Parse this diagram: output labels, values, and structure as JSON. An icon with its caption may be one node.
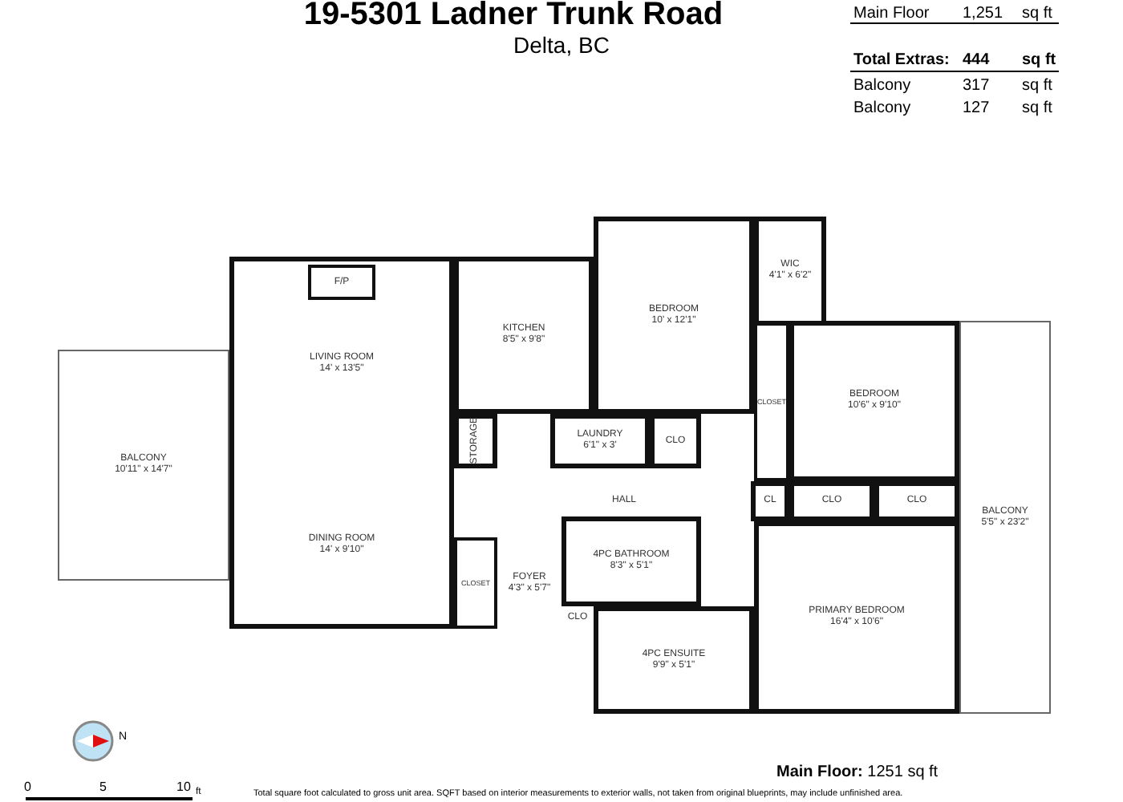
{
  "diagram": {
    "title": "19-5301 Ladner Trunk Road",
    "nodes": [
      {
        "text": [
          "BALCONY",
          "10'11\" x 14'7\""
        ]
      },
      {
        "text": [
          "LIVING ROOM",
          "14' x 13'5\""
        ]
      },
      {
        "text": [
          "F/P"
        ],
        "in": 1
      },
      {
        "text": [
          "KITCHEN",
          "8'5\" x 9'8\""
        ]
      },
      {
        "text": [
          "BEDROOM",
          "10' x 12'1\""
        ]
      },
      {
        "text": [
          "WIC",
          "4'1\" x 6'2\""
        ]
      },
      {
        "text": [
          "CLOSET"
        ]
      },
      {
        "text": [
          "BEDROOM",
          "10'6\" x 9'10\""
        ]
      },
      {
        "text": [
          "STORAGE"
        ]
      },
      {
        "text": [
          "LAUNDRY",
          "6'1\" x 3'"
        ]
      },
      {
        "text": [
          "CLO"
        ]
      },
      {
        "text": [
          "HALL"
        ]
      },
      {
        "text": [
          "CL"
        ]
      },
      {
        "text": [
          "CLO"
        ]
      },
      {
        "text": [
          "CLO"
        ]
      },
      {
        "text": [
          "BALCONY",
          "5'5\" x 23'2\""
        ]
      },
      {
        "text": [
          "DINING ROOM",
          "14' x 9'10\""
        ]
      },
      {
        "text": [
          "4PC BATHROOM",
          "8'3\" x 5'1\""
        ]
      },
      {
        "text": [
          "CLOSET"
        ]
      },
      {
        "text": [
          "FOYER",
          "4'3\" x 5'7\""
        ]
      },
      {
        "text": [
          "CLO"
        ]
      },
      {
        "text": [
          "4PC ENSUITE",
          "9'9\" x 5'1\""
        ]
      },
      {
        "text": [
          "PRIMARY BEDROOM",
          "16'4\" x 10'6\""
        ]
      }
    ],
    "labels": [
      "Delta, BC",
      "Main Floor",
      "1,251",
      "sq ft",
      "Total Extras:",
      "444",
      "sq ft",
      "Balcony",
      "317",
      "sq ft",
      "Balcony",
      "127",
      "sq ft",
      "**Main Floor:** 1251 sq ft",
      "N",
      "0",
      "5",
      "10",
      "ft",
      "Total square foot calculated to gross unit area. SQFT based on interior measurements to exterior walls, not taken from original blueprints, may include unfinished area."
    ]
  }
}
